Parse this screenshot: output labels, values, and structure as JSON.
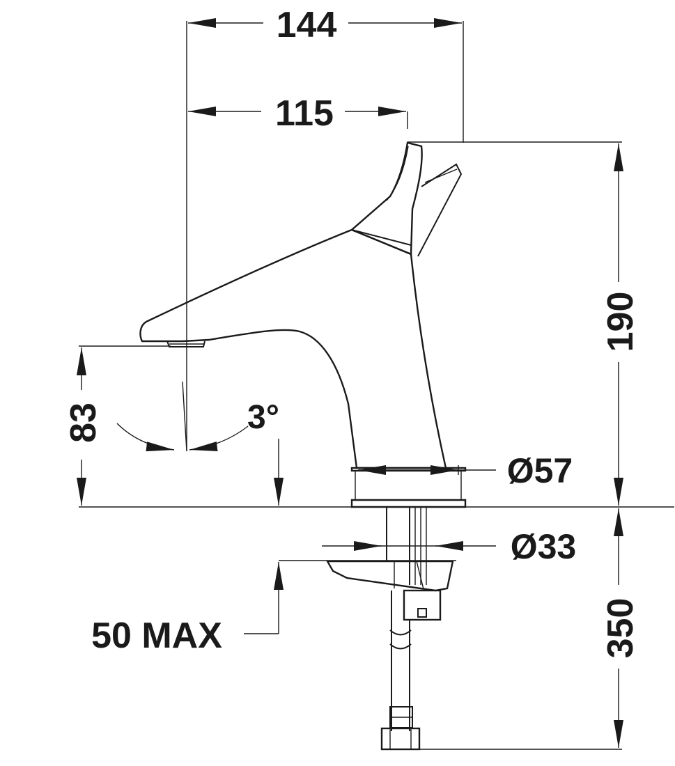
{
  "dimensions": {
    "width_overall": "144",
    "width_spout": "115",
    "height_total": "190",
    "spout_height": "83",
    "angle": "3°",
    "base_diameter": "Ø57",
    "shank_diameter": "Ø33",
    "max_thickness": "50 MAX",
    "hose_length": "350"
  },
  "colors": {
    "line": "#1a1a1a",
    "background": "#ffffff"
  }
}
